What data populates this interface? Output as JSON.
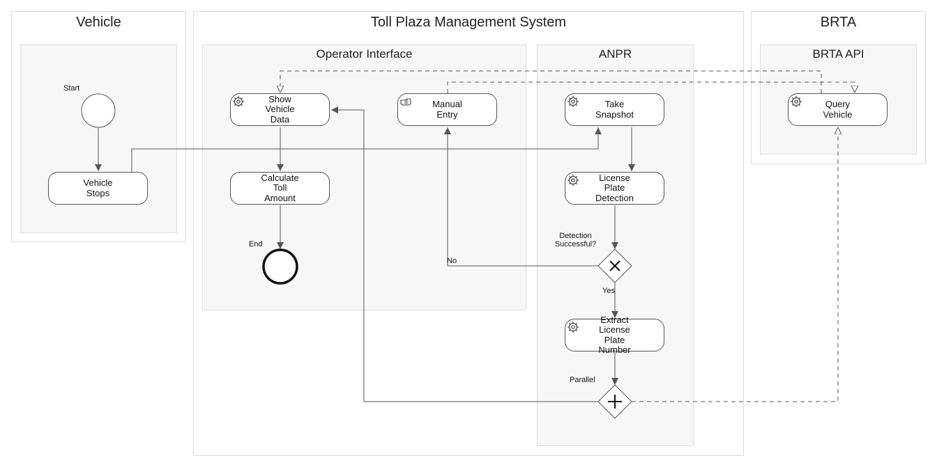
{
  "pools": {
    "vehicle": {
      "title": "Vehicle"
    },
    "tpms": {
      "title": "Toll Plaza Management System"
    },
    "brta": {
      "title": "BRTA"
    }
  },
  "lanes": {
    "operator_interface": {
      "title": "Operator Interface"
    },
    "anpr": {
      "title": "ANPR"
    },
    "brta_api": {
      "title": "BRTA API"
    }
  },
  "events": {
    "start": {
      "label": "Start"
    },
    "end": {
      "label": "End"
    }
  },
  "tasks": {
    "vehicle_stops": {
      "label": "Vehicle\nStops",
      "icon": "none"
    },
    "show_vehicle_data": {
      "label": "Show\nVehicle\nData",
      "icon": "gear-icon"
    },
    "manual_entry": {
      "label": "Manual\nEntry",
      "icon": "hand-icon"
    },
    "take_snapshot": {
      "label": "Take\nSnapshot",
      "icon": "gear-icon"
    },
    "calculate_toll": {
      "label": "Calculate\nToll\nAmount",
      "icon": "none"
    },
    "license_plate_detection": {
      "label": "License\nPlate\nDetection",
      "icon": "gear-icon"
    },
    "extract_plate_number": {
      "label": "Extract\nLicense\nPlate\nNumber",
      "icon": "gear-icon"
    },
    "query_vehicle": {
      "label": "Query\nVehicle",
      "icon": "gear-icon"
    }
  },
  "gateways": {
    "detection_gateway": {
      "label": "Detection\nSuccessful?",
      "type": "exclusive"
    },
    "parallel_gateway": {
      "label": "Parallel",
      "type": "parallel"
    }
  },
  "flow_labels": {
    "no": "No",
    "yes": "Yes"
  }
}
